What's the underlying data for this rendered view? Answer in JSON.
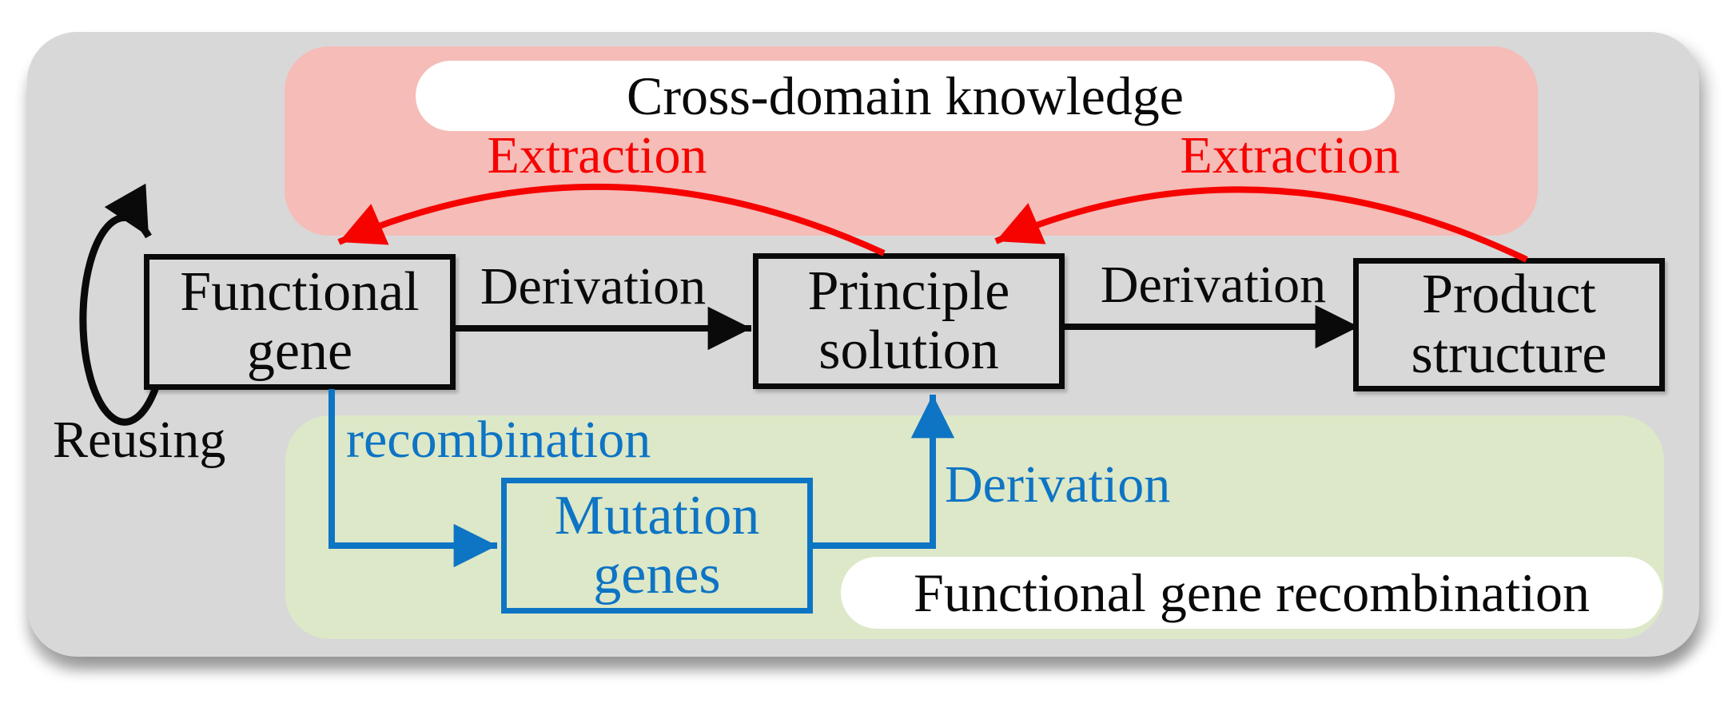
{
  "colors": {
    "panel": "#d8d8d8",
    "pink": "#f5bcb8",
    "green": "#dce8c8",
    "red": "#f60300",
    "blue": "#0e74c4",
    "black": "#0a0a0a",
    "white": "#ffffff"
  },
  "regions": {
    "cross_domain_knowledge": {
      "label": "Cross-domain knowledge"
    },
    "functional_gene_recombination": {
      "label": "Functional gene recombination"
    }
  },
  "nodes": {
    "functional_gene": {
      "line1": "Functional",
      "line2": "gene"
    },
    "principle_solution": {
      "line1": "Principle",
      "line2": "solution"
    },
    "product_structure": {
      "line1": "Product",
      "line2": "structure"
    },
    "mutation_genes": {
      "line1": "Mutation",
      "line2": "genes"
    }
  },
  "edge_labels": {
    "extraction_left": "Extraction",
    "extraction_right": "Extraction",
    "derivation_left": "Derivation",
    "derivation_right": "Derivation",
    "derivation_blue": "Derivation",
    "recombination": "recombination",
    "reusing": "Reusing"
  }
}
